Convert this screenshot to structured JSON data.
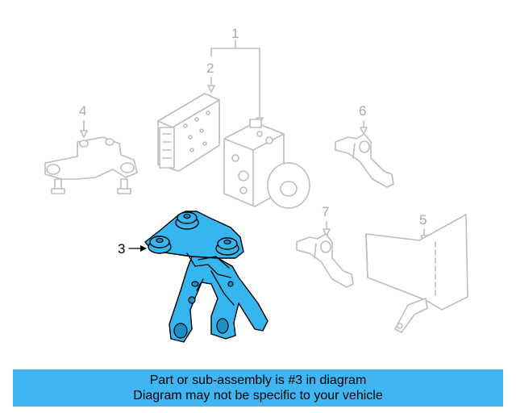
{
  "callouts": {
    "c1": "1",
    "c2": "2",
    "c3": "3",
    "c4": "4",
    "c5": "5",
    "c6": "6",
    "c7": "7"
  },
  "banner": {
    "line1": "Part or sub-assembly is #3 in diagram",
    "line2": "Diagram may not be specific to your vehicle"
  },
  "colors": {
    "highlight": "#35b6ef",
    "banner": "#3fb6f2",
    "ghost_outline": "#bdbdbd"
  }
}
